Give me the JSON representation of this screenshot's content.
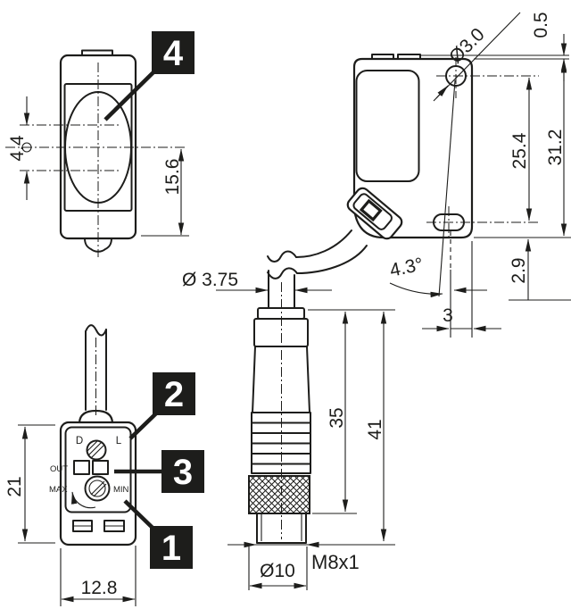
{
  "drawing": {
    "type": "sensor-technical-dimension-drawing",
    "line_color": "#1d1d1b",
    "background": "#ffffff",
    "callouts": {
      "adjuster": "1",
      "housing": "2",
      "indicators": "3",
      "lens": "4"
    },
    "front_view": {
      "lens_axis_spacing": "4.4",
      "axis_to_bottom": "15.6"
    },
    "side_view": {
      "mounting_hole_diameter": "Ø3.0",
      "tab_height": "0.5",
      "hole_to_slot_spacing": "25.4",
      "housing_height": "31.2",
      "slot_to_bottom": "2.9",
      "tilt_angle": "4.3°",
      "slot_to_rear_face": "3"
    },
    "cable": {
      "diameter": "Ø 3.75"
    },
    "connector": {
      "length_to_knurl": "35",
      "total_length": "41",
      "knurl_diameter": "Ø10",
      "thread": "M8x1"
    },
    "rear_view": {
      "housing_height": "21",
      "housing_width": "12.8",
      "panel": {
        "dark_mode": "D",
        "light_mode": "L",
        "output": "OUT",
        "max": "MAX",
        "min": "MIN"
      }
    }
  }
}
